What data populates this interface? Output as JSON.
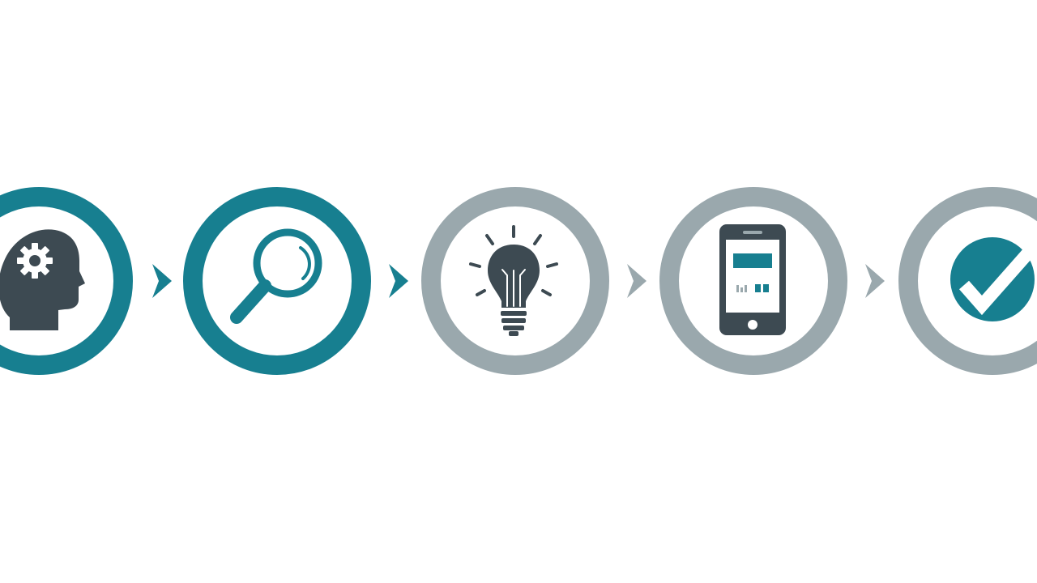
{
  "title": "",
  "subtitle": "",
  "colors": {
    "teal": "#177f90",
    "grey_ring": "#9aa8ad",
    "dark_icon": "#3d4a52",
    "white": "#ffffff"
  },
  "steps": [
    {
      "icon": "head-gear-icon",
      "ring": "teal"
    },
    {
      "icon": "magnifier-icon",
      "ring": "teal"
    },
    {
      "icon": "lightbulb-icon",
      "ring": "grey"
    },
    {
      "icon": "smartphone-icon",
      "ring": "grey"
    },
    {
      "icon": "checkmark-icon",
      "ring": "grey"
    }
  ],
  "arrows": [
    {
      "from": 1,
      "to": 2,
      "color": "teal"
    },
    {
      "from": 2,
      "to": 3,
      "color": "teal"
    },
    {
      "from": 3,
      "to": 4,
      "color": "grey"
    },
    {
      "from": 4,
      "to": 5,
      "color": "grey"
    }
  ]
}
